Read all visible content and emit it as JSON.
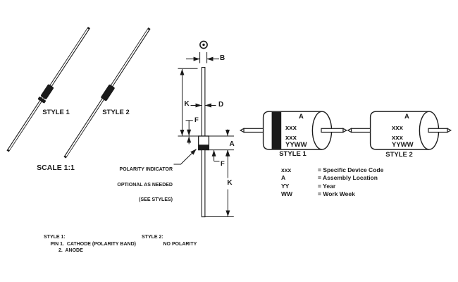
{
  "scale_views": {
    "style1_label": "STYLE 1",
    "style2_label": "STYLE 2",
    "scale_label": "SCALE 1:1"
  },
  "dimension_labels": {
    "b": "B",
    "k_top": "K",
    "d": "D",
    "f_top": "F",
    "a": "A",
    "f_bottom": "F",
    "k_bottom": "K"
  },
  "polarity_note": {
    "line1": "POLARITY INDICATOR",
    "line2": "OPTIONAL AS NEEDED",
    "line3": "(SEE STYLES)"
  },
  "marking_views": {
    "style1": {
      "label": "STYLE 1",
      "line1": "A",
      "line2": "xxx",
      "line3": "xxx",
      "line4": "YYWW"
    },
    "style2": {
      "label": "STYLE 2",
      "line1": "A",
      "line2": "xxx",
      "line3": "xxx",
      "line4": "YYWW"
    }
  },
  "legend": [
    {
      "term": "xxx",
      "definition": "= Specific Device Code"
    },
    {
      "term": "A",
      "definition": "= Assembly Location"
    },
    {
      "term": "YY",
      "definition": "= Year"
    },
    {
      "term": "WW",
      "definition": "= Work Week"
    }
  ],
  "pin_notes": {
    "style1_title": "STYLE 1:",
    "style1_pin1": "PIN 1.  CATHODE (POLARITY BAND)",
    "style1_pin2": "2.  ANODE",
    "style2_title": "STYLE 2:",
    "style2_body": "NO POLARITY"
  },
  "colors": {
    "ink": "#1a1a1a",
    "background": "#ffffff"
  }
}
